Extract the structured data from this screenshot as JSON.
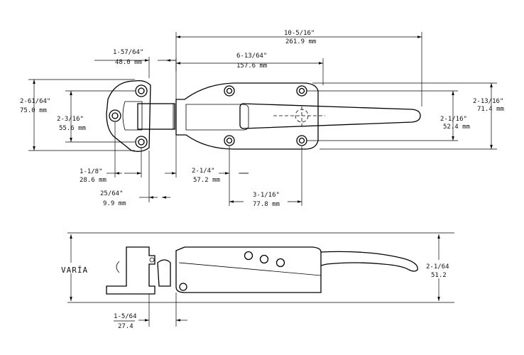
{
  "top_view": {
    "overall_length": {
      "fraction": "10-5/16\"",
      "metric": "261.9 mm"
    },
    "hole_span": {
      "fraction": "6-13/64\"",
      "metric": "157.6 mm"
    },
    "strike_offset": {
      "fraction": "1-57/64\"",
      "metric": "48.0 mm"
    },
    "strike_height": {
      "fraction": "2-61/64\"",
      "metric": "75.0 mm"
    },
    "strike_hole_spacing": {
      "fraction": "2-3/16\"",
      "metric": "55.6 mm"
    },
    "latch_height": {
      "fraction": "2-13/16\"",
      "metric": "71.4 mm"
    },
    "latch_hole_spacing": {
      "fraction": "2-1/16\"",
      "metric": "52.4 mm"
    },
    "strike_width": {
      "fraction": "1-1/8\"",
      "metric": "28.6 mm"
    },
    "gap": {
      "fraction": "25/64\"",
      "metric": "9.9 mm"
    },
    "hole_to_hole": {
      "fraction": "2-1/4\"",
      "metric": "57.2 mm"
    },
    "hole_to_pivot": {
      "fraction": "3-1/16\"",
      "metric": "77.8 mm"
    }
  },
  "side_view": {
    "varies_label": "VARÍA",
    "handle_height": {
      "fraction": "2-1/64",
      "metric": "51.2"
    },
    "projection": {
      "fraction": "1-5/64",
      "metric": "27.4"
    }
  }
}
